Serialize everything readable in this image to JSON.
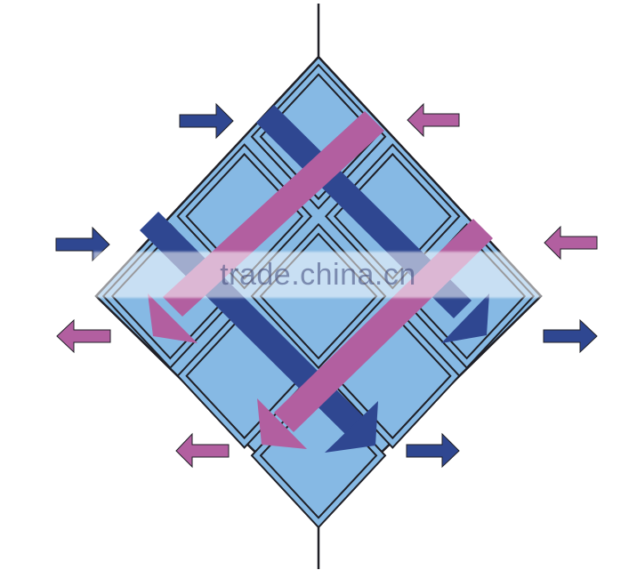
{
  "colors": {
    "plate_fill": "#86b9e4",
    "outline": "#1f1f26",
    "blue_stream": "#2f4791",
    "pink_stream": "#b25fa0",
    "background": "#ffffff"
  },
  "streams": [
    {
      "name": "blue",
      "color_key": "blue_stream"
    },
    {
      "name": "pink",
      "color_key": "pink_stream"
    }
  ],
  "side_arrows": [
    {
      "color_key": "blue_stream",
      "direction": "right"
    },
    {
      "color_key": "pink_stream",
      "direction": "left"
    },
    {
      "color_key": "blue_stream",
      "direction": "right"
    },
    {
      "color_key": "pink_stream",
      "direction": "left"
    },
    {
      "color_key": "pink_stream",
      "direction": "left"
    },
    {
      "color_key": "blue_stream",
      "direction": "right"
    },
    {
      "color_key": "pink_stream",
      "direction": "left"
    },
    {
      "color_key": "blue_stream",
      "direction": "right"
    }
  ],
  "watermark": "trade.china.cn"
}
